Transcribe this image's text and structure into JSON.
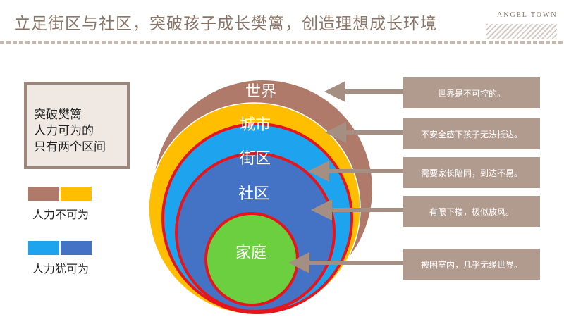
{
  "header": {
    "title": "立足街区与社区，突破孩子成长樊篱，创造理想成长环境",
    "brand": "ANGEL TOWN"
  },
  "panel": {
    "lines": [
      "突破樊篱",
      "人力可为的",
      "只有两个区间"
    ]
  },
  "legend": [
    {
      "label": "人力不可为",
      "colors": [
        "#b07a6a",
        "#ffbf00"
      ]
    },
    {
      "label": "人力犹可为",
      "colors": [
        "#1ea4ee",
        "#4472c4"
      ]
    }
  ],
  "rings": [
    {
      "label": "世界",
      "color": "#b07a6a"
    },
    {
      "label": "城市",
      "color": "#ffbf00"
    },
    {
      "label": "街区",
      "color": "#1ea4ee"
    },
    {
      "label": "社区",
      "color": "#4472c4"
    },
    {
      "label": "家庭",
      "color": "#6ccf3f"
    }
  ],
  "notes": [
    "世界是不可控的。",
    "不安全感下孩子无法抵达。",
    "需要家长陪同，到达不易。",
    "有限下楼，极似放风。",
    "被困室内，几乎无缘世界。"
  ],
  "colors": {
    "outline": "#e8141b",
    "arrow": "#a58f83",
    "note_bg": "#b19b8e"
  }
}
